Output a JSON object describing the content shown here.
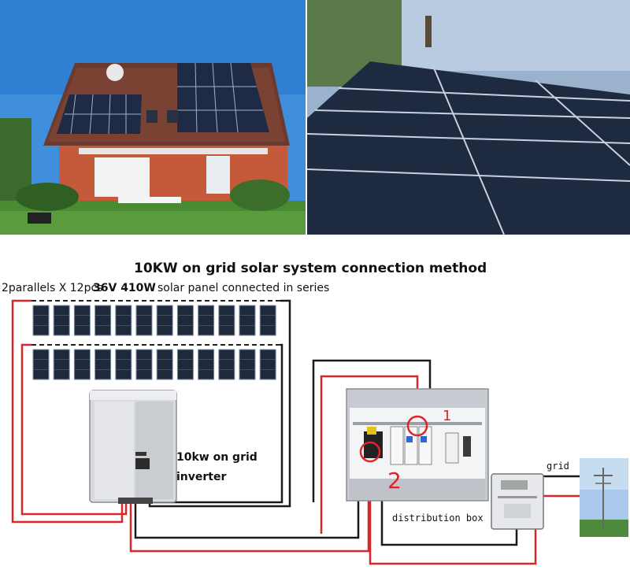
{
  "title": "10KW  on grid solar system connection method",
  "spec": {
    "parallels": "2parallels X 12pcs",
    "panel": "36V 410W",
    "desc": "solar panel connected in series"
  },
  "labels": {
    "inverter_line1": "10kw on grid",
    "inverter_line2": "inverter",
    "distribution_box": "distribution box",
    "grid": "grid",
    "marker_1": "1",
    "marker_2": "2"
  },
  "panels": {
    "rows": 2,
    "per_row": 12
  },
  "colors": {
    "wire_red": "#d9262b",
    "wire_black": "#1a1a1a",
    "panel": "#1e2a3c",
    "sky": "#3d8ed8",
    "annotation": "#e0222a"
  }
}
